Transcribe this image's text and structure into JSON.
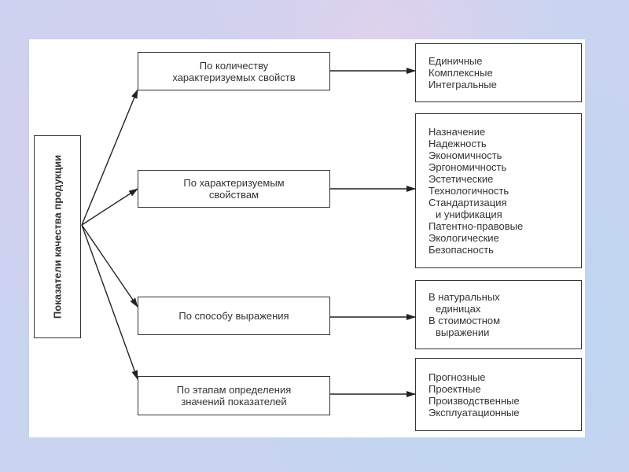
{
  "root": {
    "label": "Показатели качества продукции"
  },
  "categories": [
    {
      "label_lines": [
        "По количеству",
        "характеризуемых свойств"
      ],
      "items": [
        "Единичные",
        "Комплексные",
        "Интегральные"
      ]
    },
    {
      "label_lines": [
        "По характеризуемым",
        "свойствам"
      ],
      "items": [
        "Назначение",
        "Надежность",
        "Экономичность",
        "Эргономичность",
        "Эстетические",
        "Технологичность",
        "Стандартизация",
        "и унификация",
        "Патентно-правовые",
        "Экологические",
        "Безопасность"
      ]
    },
    {
      "label_lines": [
        "По способу выражения"
      ],
      "items": [
        "В натуральных",
        "единицах",
        "В стоимостном",
        "выражении"
      ]
    },
    {
      "label_lines": [
        "По этапам определения",
        "значений показателей"
      ],
      "items": [
        "Прогнозные",
        "Проектные",
        "Производственные",
        "Эксплуатационные"
      ]
    }
  ]
}
